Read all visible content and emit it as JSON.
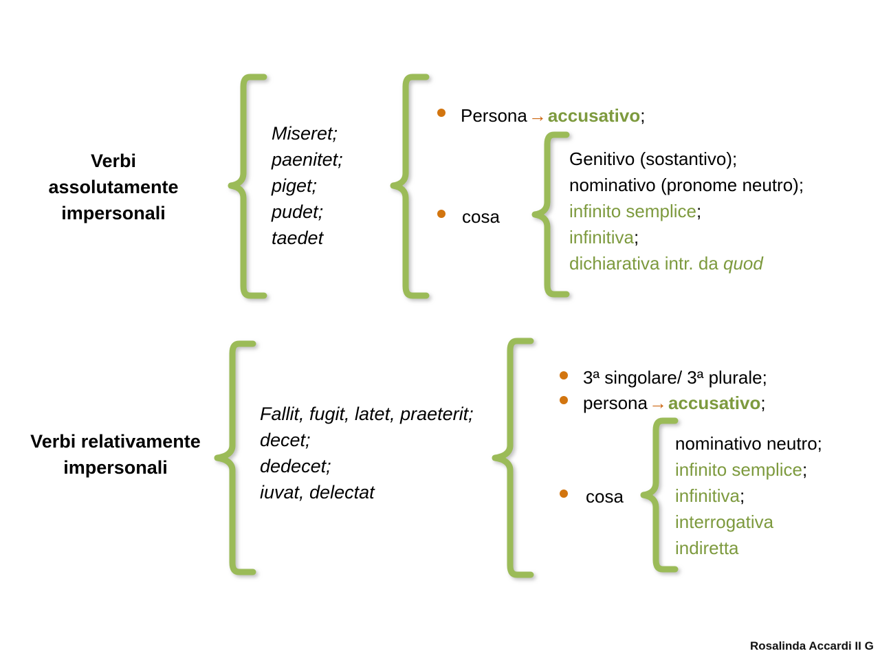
{
  "slide": {
    "background_color": "#FFFFFF",
    "brace_color": "#9BBB59",
    "accent_green": "#7D9A3E",
    "accent_orange": "#D2750F",
    "arrow_orange": "#CC6611"
  },
  "section_top": {
    "category_label_line1": "Verbi",
    "category_label_line2": "assolutamente",
    "category_label_line3": "impersonali",
    "verbs": [
      "Miseret;",
      "paenitet;",
      "piget;",
      "pudet;",
      "taedet"
    ],
    "bullet_persona": {
      "label": "Persona",
      "arrow": "→",
      "value": "accusativo",
      "punct": ";"
    },
    "bullet_cosa": {
      "label": "cosa"
    },
    "cosa_details": [
      {
        "text": "Genitivo (sostantivo);",
        "color": "black"
      },
      {
        "text": "nominativo (pronome neutro);",
        "color": "black"
      },
      {
        "text": "infinito semplice",
        "punct": ";",
        "color": "green"
      },
      {
        "text": "infinitiva",
        "punct": ";",
        "color": "green"
      },
      {
        "text": "dichiarativa intr. da ",
        "italic_tail": "quod",
        "color": "green"
      }
    ]
  },
  "section_bottom": {
    "category_label_line1": "Verbi relativamente",
    "category_label_line2": "impersonali",
    "verbs": [
      "Fallit, fugit, latet, praeterit;",
      "decet;",
      "dedecet;",
      "iuvat, delectat"
    ],
    "bullet_persons": "3ª singolare/ 3ª plurale;",
    "bullet_persona": {
      "label": "persona",
      "arrow": "→",
      "value": "accusativo",
      "punct": ";"
    },
    "bullet_cosa": {
      "label": "cosa"
    },
    "cosa_details": [
      {
        "text": "nominativo neutro;",
        "color": "black"
      },
      {
        "text": "infinito semplice",
        "punct": ";",
        "color": "green"
      },
      {
        "text": "infinitiva",
        "punct": ";",
        "color": "green"
      },
      {
        "text": "interrogativa",
        "punct": "",
        "color": "green"
      },
      {
        "text": "indiretta",
        "punct": "",
        "color": "green"
      }
    ]
  },
  "footer": {
    "credit": "Rosalinda Accardi II G"
  }
}
